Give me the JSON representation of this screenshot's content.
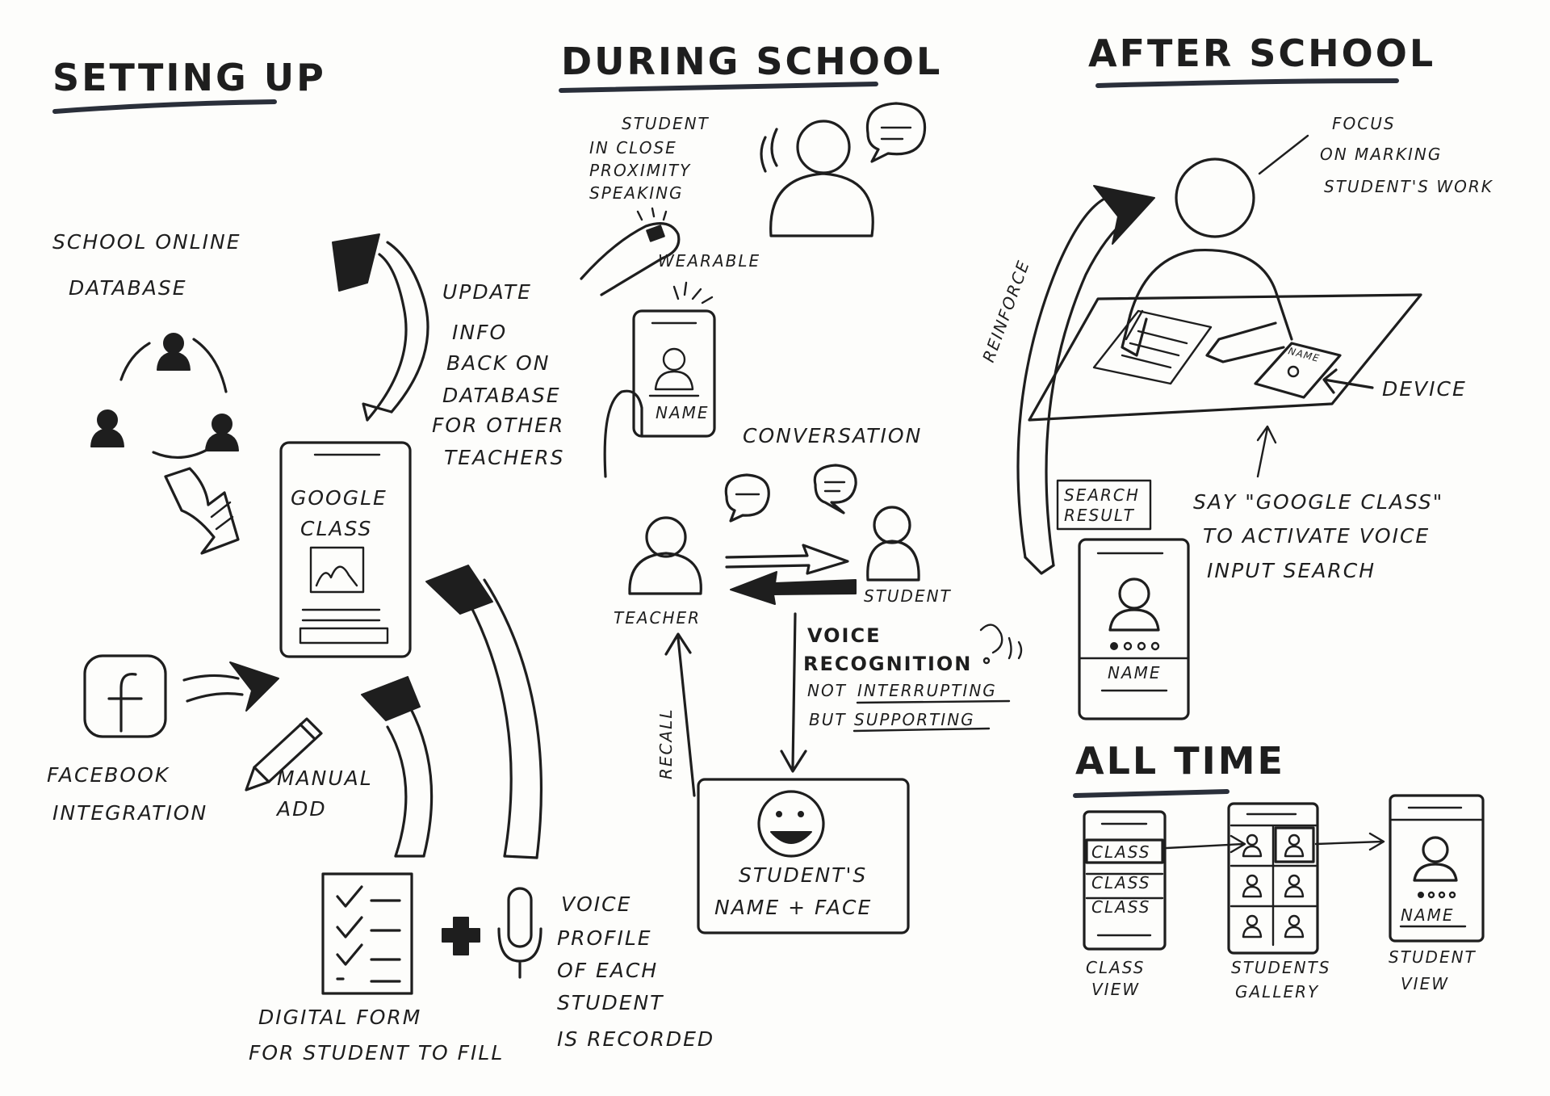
{
  "sections": {
    "setting_up": "SETTING UP",
    "during_school": "DURING SCHOOL",
    "after_school": "AFTER SCHOOL",
    "all_time": "ALL TIME"
  },
  "setting_up": {
    "database_line1": "SCHOOL ONLINE",
    "database_line2": "DATABASE",
    "update_lines": [
      "UPDATE",
      "INFO",
      "BACK ON",
      "DATABASE",
      "FOR OTHER",
      "TEACHERS"
    ],
    "phone_line1": "GOOGLE",
    "phone_line2": "CLASS",
    "facebook_line1": "FACEBOOK",
    "facebook_line2": "INTEGRATION",
    "manual_line1": "MANUAL",
    "manual_line2": "ADD",
    "form_line1": "DIGITAL FORM",
    "form_line2": "FOR STUDENT TO FILL",
    "voice_lines": [
      "VOICE",
      "PROFILE",
      "OF EACH",
      "STUDENT",
      "IS RECORDED"
    ]
  },
  "during_school": {
    "proximity_lines": [
      "STUDENT",
      "IN CLOSE",
      "PROXIMITY",
      "SPEAKING"
    ],
    "wearable": "WEARABLE",
    "phone_name": "NAME",
    "conversation": "CONVERSATION",
    "teacher": "TEACHER",
    "student": "STUDENT",
    "voice_rec_line1": "VOICE",
    "voice_rec_line2": "RECOGNITION",
    "not_prefix": "NOT",
    "not_word": "INTERRUPTING",
    "but_prefix": "BUT",
    "but_word": "SUPPORTING",
    "recall": "RECALL",
    "result_line1": "STUDENT'S",
    "result_line2": "NAME + FACE"
  },
  "after_school": {
    "focus_lines": [
      "FOCUS",
      "ON MARKING",
      "STUDENT'S WORK"
    ],
    "reinforce": "REINFORCE",
    "device": "DEVICE",
    "search_line1": "SEARCH",
    "search_line2": "RESULT",
    "say_lines": [
      "SAY \"GOOGLE CLASS\"",
      "TO ACTIVATE VOICE",
      "INPUT SEARCH"
    ],
    "phone_name": "NAME",
    "desk_phone_name": "NAME"
  },
  "all_time": {
    "class_items": [
      "CLASS",
      "CLASS",
      "CLASS"
    ],
    "class_view_line1": "CLASS",
    "class_view_line2": "VIEW",
    "gallery_line1": "STUDENTS",
    "gallery_line2": "GALLERY",
    "student_view_line1": "STUDENT",
    "student_view_line2": "VIEW",
    "phone_name": "NAME"
  },
  "icons": [
    "people-group-icon",
    "facebook-icon",
    "pencil-icon",
    "checklist-icon",
    "microphone-icon",
    "plus-icon",
    "speech-bubble-icon",
    "person-icon",
    "wearable-icon",
    "smiley-icon",
    "thought-bubble-icon",
    "arrow-icon"
  ],
  "colors": {
    "ink": "#1e1e1e",
    "heading_underline": "#2a2f3a",
    "paper": "#fdfdfb"
  }
}
